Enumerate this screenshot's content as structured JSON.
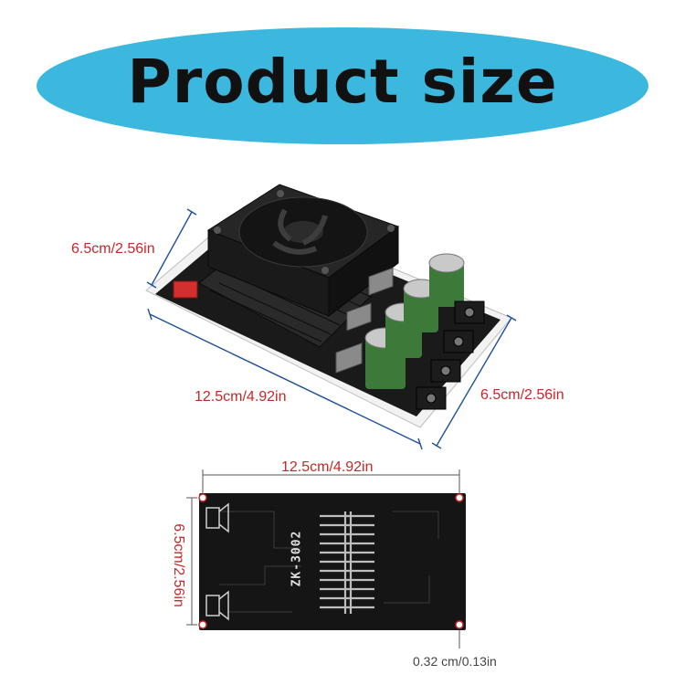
{
  "banner": {
    "title": "Product size",
    "color": "#3cb7de"
  },
  "top_view": {
    "height_label": "6.5cm/2.56in",
    "length_label": "12.5cm/4.92in",
    "width_label": "6.5cm/2.56in"
  },
  "bottom_view": {
    "length_label": "12.5cm/4.92in",
    "height_label": "6.5cm/2.56in",
    "hole_label": "0.32 cm/0.13in",
    "board_marking": "ZK-3002"
  },
  "colors": {
    "dimension_red": "#c62828",
    "dimension_blue": "#1f4f9c",
    "board": "#151515",
    "capacitor": "#3d7a3a"
  }
}
